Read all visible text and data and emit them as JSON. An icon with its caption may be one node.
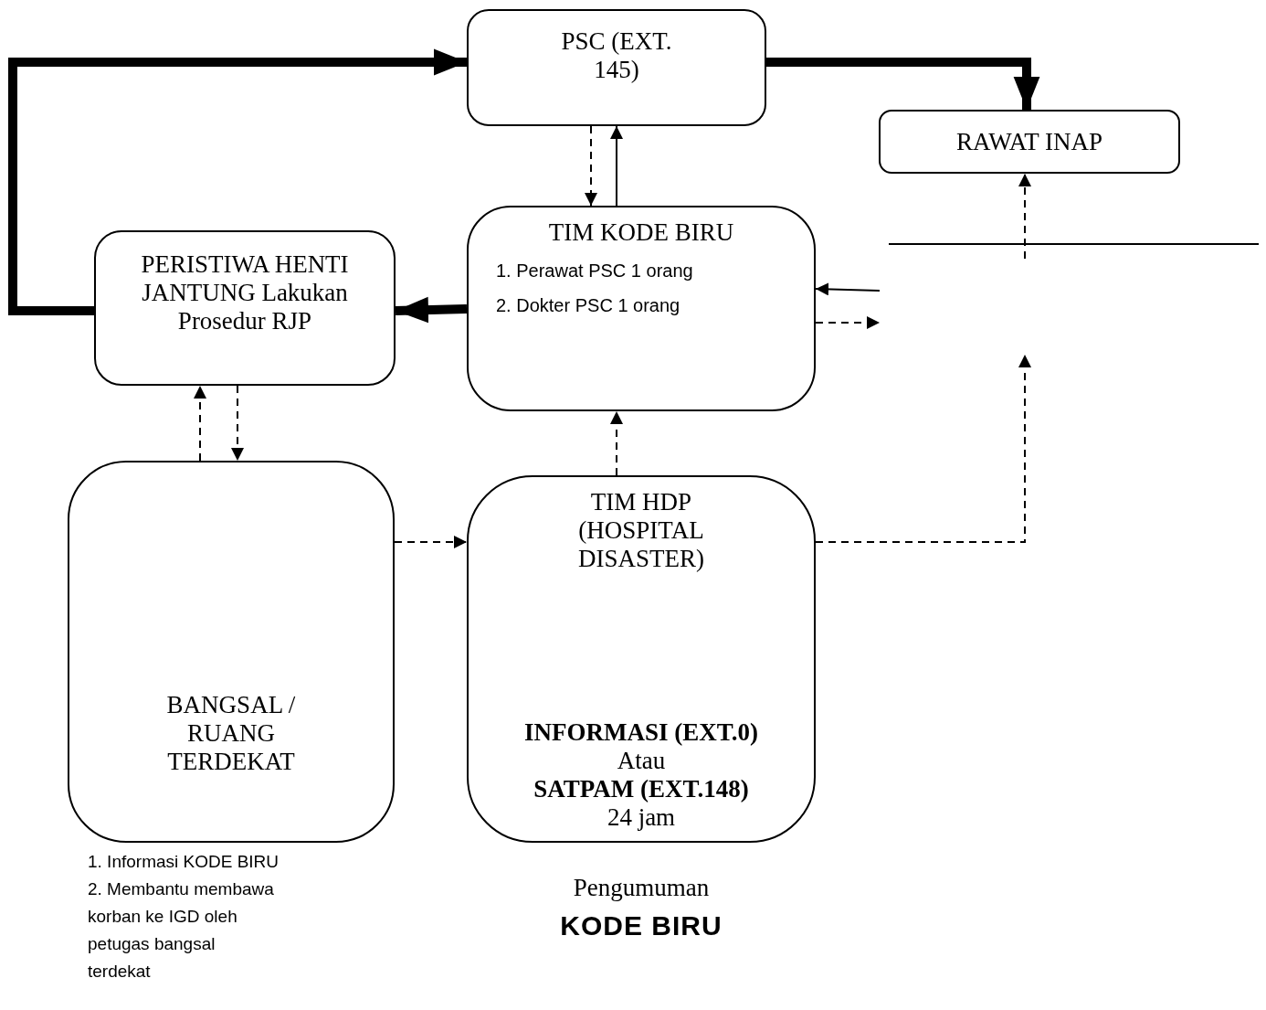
{
  "diagram": {
    "nodes": [
      {
        "text": [
          "PSC (EXT. 145)"
        ]
      },
      {
        "text": [
          "RAWAT INAP"
        ]
      },
      {
        "text": [
          "PERISTIWA HENTI JANTUNG Lakukan Prosedur RJP"
        ]
      },
      {
        "text": [
          "TIM KODE BIRU",
          "1. Perawat PSC 1 orang",
          "2. Dokter PSC 1 orang"
        ]
      },
      {
        "text": [
          "BANGSAL / RUANG TERDEKAT"
        ],
        "beside": [
          "1. Informasi KODE BIRU",
          "2. Membantu membawa korban ke IGD oleh petugas bangsal terdekat"
        ]
      },
      {
        "text": [
          "TIM HDP (HOSPITAL DISASTER)",
          "INFORMASI (EXT.0)",
          "Atau",
          "SATPAM (EXT.148)",
          "24 jam"
        ],
        "beside": [
          "Pengumuman",
          "KODE BIRU"
        ]
      }
    ],
    "edges": [
      {
        "from": 2,
        "to": 0,
        "arrow": "to",
        "style": "thick"
      },
      {
        "from": 0,
        "to": 1,
        "arrow": "to",
        "style": "thick"
      },
      {
        "from": 3,
        "to": 2,
        "arrow": "to",
        "style": "thick"
      },
      {
        "from": 0,
        "to": 3,
        "arrow": "to",
        "style": "dashed"
      },
      {
        "from": 3,
        "to": 0,
        "arrow": "to"
      },
      {
        "from": 4,
        "to": 2,
        "arrow": "to",
        "style": "dashed"
      },
      {
        "from": 2,
        "to": 4,
        "arrow": "to",
        "style": "dashed"
      },
      {
        "from": 5,
        "to": 3,
        "arrow": "to",
        "style": "dashed"
      },
      {
        "from": 4,
        "to": 5,
        "arrow": "to",
        "style": "dashed"
      },
      {
        "from": 5,
        "to": null,
        "arrow": "to",
        "style": "dashed"
      },
      {
        "from": null,
        "to": 1,
        "arrow": "to",
        "style": "dashed"
      },
      {
        "from": null,
        "to": 3,
        "arrow": "to"
      },
      {
        "from": 3,
        "to": null,
        "arrow": "to",
        "style": "dashed"
      }
    ]
  }
}
